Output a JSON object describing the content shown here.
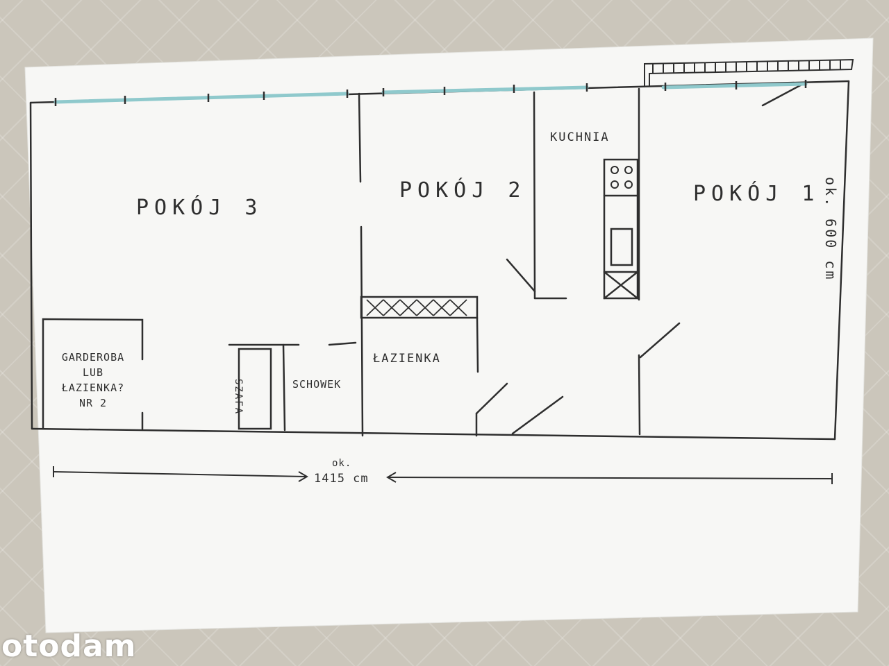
{
  "rooms": {
    "pokoj3": "POKÓJ 3",
    "pokoj2": "POKÓJ 2",
    "pokoj1": "POKÓJ 1",
    "kuchnia": "KUCHNIA",
    "lazienka": "ŁAZIENKA",
    "schowek": "SCHOWEK",
    "szafa": "SZAFA",
    "garderoba": [
      "GARDEROBA",
      "LUB",
      "ŁAZIENKA?",
      "NR 2"
    ]
  },
  "dimensions": {
    "width_prefix": "ok.",
    "width_value": "1415 cm",
    "height_label": "ok. 600 cm"
  },
  "watermark": "otodam",
  "colors": {
    "paper": "#f7f7f5",
    "ink": "#2e2e2e",
    "window": "#8fc9cc",
    "background": "#cbc6bb"
  }
}
